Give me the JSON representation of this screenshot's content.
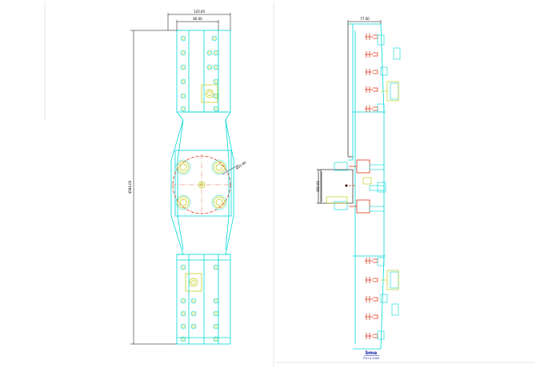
{
  "colors": {
    "outline": "#00d8d8",
    "bolt": "#e03a1a",
    "bolt_inner": "#b8c800",
    "dimension": "#000000",
    "brand": "#1a2aa8",
    "sheet_edge": "#e6e6e6"
  },
  "front_view": {
    "dim_overall_width": "120.00",
    "dim_inner_width": "80.00",
    "dim_overall_height": "4584.00",
    "dim_circle_diameter": "Ø32.80"
  },
  "side_view": {
    "dim_depth": "77.00",
    "dim_flange_height": "460.00"
  },
  "title_block": {
    "brand": "bme",
    "caption": "TCH  X.2000"
  }
}
